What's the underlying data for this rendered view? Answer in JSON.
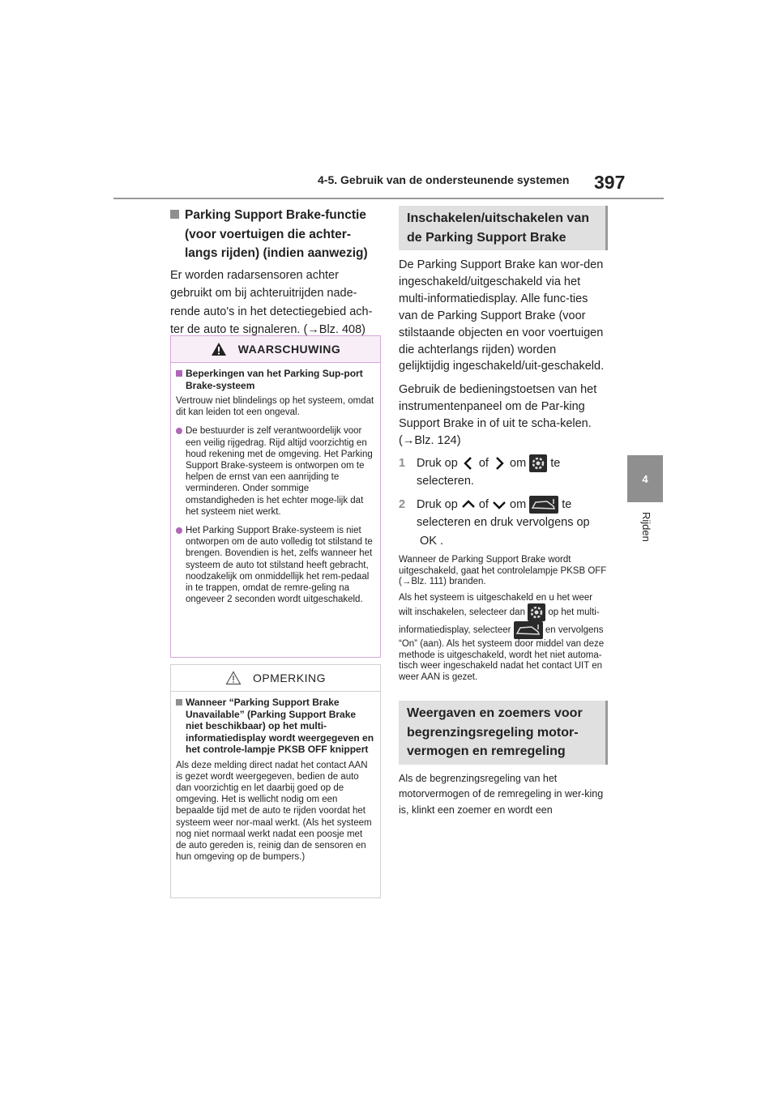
{
  "header": {
    "section": "4-5. Gebruik van de ondersteunende systemen",
    "page_number": "397"
  },
  "chapter": {
    "number": "4",
    "label": "Rijden"
  },
  "left": {
    "heading": "Parking Support Brake-functie (voor voertuigen die achter-langs rijden) (indien aanwezig)",
    "para": "Er worden radarsensoren achter gebruikt om bij achteruitrijden nade-rende auto's in het detectiegebied ach-ter de auto te signaleren. (→Blz. 408)"
  },
  "warning": {
    "title": "WAARSCHUWING",
    "subheading": "Beperkingen van het Parking Sup-port Brake-systeem",
    "intro": "Vertrouw niet blindelings op het systeem, omdat dit kan leiden tot een ongeval.",
    "bullets": [
      "De bestuurder is zelf verantwoordelijk voor een veilig rijgedrag. Rijd altijd voorzichtig en houd rekening met de omgeving. Het Parking Support Brake-systeem is ontworpen om te helpen de ernst van een aanrijding te verminderen. Onder sommige omstandigheden is het echter moge-lijk dat het systeem niet werkt.",
      "Het Parking Support Brake-systeem is niet ontworpen om de auto volledig tot stilstand te brengen. Bovendien is het, zelfs wanneer het systeem de auto tot stilstand heeft gebracht, noodzakelijk om onmiddellijk het rem-pedaal in te trappen, omdat de remre-geling na ongeveer 2 seconden wordt uitgeschakeld."
    ]
  },
  "note": {
    "title": "OPMERKING",
    "subheading": "Wanneer “Parking Support Brake Unavailable” (Parking Support Brake niet beschikbaar) op het multi-informatiedisplay wordt weergegeven en het controle-lampje PKSB OFF knippert",
    "text": "Als deze melding direct nadat het contact AAN is gezet wordt weergegeven, bedien de auto dan voorzichtig en let daarbij goed op de omgeving. Het is wellicht nodig om een bepaalde tijd met de auto te rijden voordat het systeem weer nor-maal werkt. (Als het systeem nog niet normaal werkt nadat een poosje met de auto gereden is, reinig dan de sensoren en hun omgeving op de bumpers.)"
  },
  "right": {
    "section1_title": "Inschakelen/uitschakelen van de Parking Support Brake",
    "para1": "De Parking Support Brake kan wor-den ingeschakeld/uitgeschakeld via het multi-informatiedisplay. Alle func-ties van de Parking Support Brake (voor stilstaande objecten en voor voertuigen die achterlangs rijden) worden gelijktijdig ingeschakeld/uit-geschakeld.",
    "para2": "Gebruik de bedieningstoetsen van het instrumentenpaneel om de Par-king Support Brake in of uit te scha-kelen. (→Blz. 124)",
    "steps": [
      {
        "num": "1",
        "a": "Druk op",
        "b": "of",
        "c": "om",
        "d": "te selecteren."
      },
      {
        "num": "2",
        "a": "Druk op",
        "b": "of",
        "c": "om",
        "d": "te selecteren en druk vervolgens op",
        "ok": "OK ."
      }
    ],
    "small1": "Wanneer de Parking Support Brake wordt uitgeschakeld, gaat het controlelampje PKSB OFF (→Blz. 111) branden.",
    "small2a": "Als het systeem is uitgeschakeld en u het weer wilt inschakelen, selecteer dan",
    "small2b": "op het multi-informatiedisplay, selecteer",
    "small2c": "en vervolgens “On” (aan). Als het systeem door middel van deze methode is uitgeschakeld, wordt het niet automa-tisch weer ingeschakeld nadat het contact UIT en weer AAN is gezet.",
    "section2_title": "Weergaven en zoemers voor begrenzingsregeling motor-vermogen en remregeling",
    "para3": "Als de begrenzingsregeling van het motorvermogen of de remregeling in wer-king is, klinkt een zoemer en wordt een"
  }
}
